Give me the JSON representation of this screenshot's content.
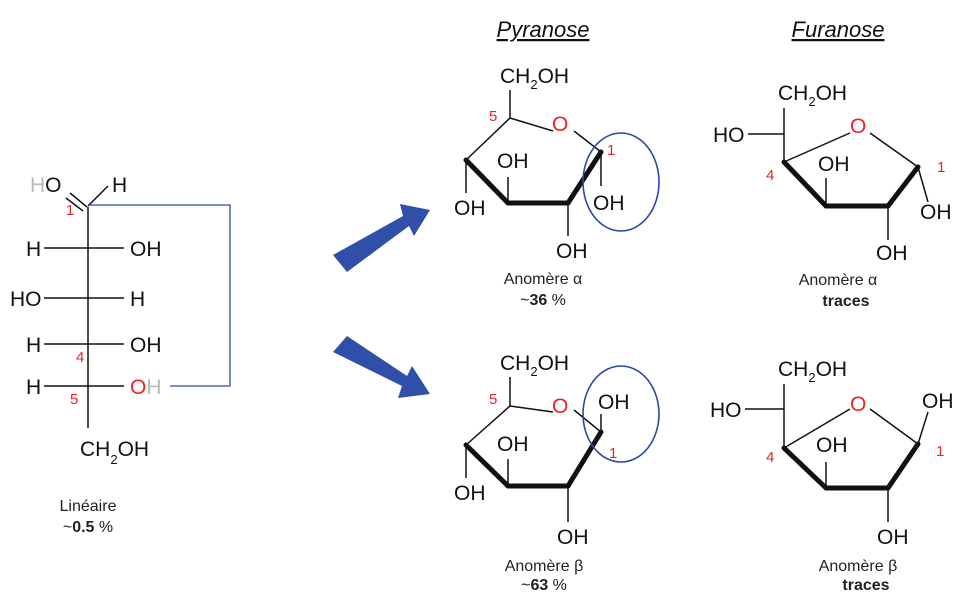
{
  "headers": {
    "pyranose": "Pyranose",
    "furanose": "Furanose"
  },
  "atoms": {
    "ch2oh": "CH₂OH",
    "ch": "CH",
    "sub2": "2",
    "o": "O",
    "oh": "OH",
    "ho": "HO",
    "h": "H",
    "h_ghost": "H"
  },
  "numbers": {
    "c1": "1",
    "c4": "4",
    "c5": "5"
  },
  "linear": {
    "caption": "Linéaire",
    "approx": "~",
    "percent": "0.5",
    "unit": " %"
  },
  "pyranose_alpha": {
    "caption": "Anomère α",
    "approx": "~",
    "percent": "36",
    "unit": " %"
  },
  "pyranose_beta": {
    "caption": "Anomère β",
    "approx": "~",
    "percent": "63",
    "unit": " %"
  },
  "furanose_alpha": {
    "caption": "Anomère α",
    "value": "traces"
  },
  "furanose_beta": {
    "caption": "Anomère β",
    "value": "traces"
  },
  "colors": {
    "ring_oxygen": "#e8242a",
    "arrow": "#2f4fa8",
    "connector": "#2b4aa0",
    "highlight": "#2b4aa0"
  }
}
